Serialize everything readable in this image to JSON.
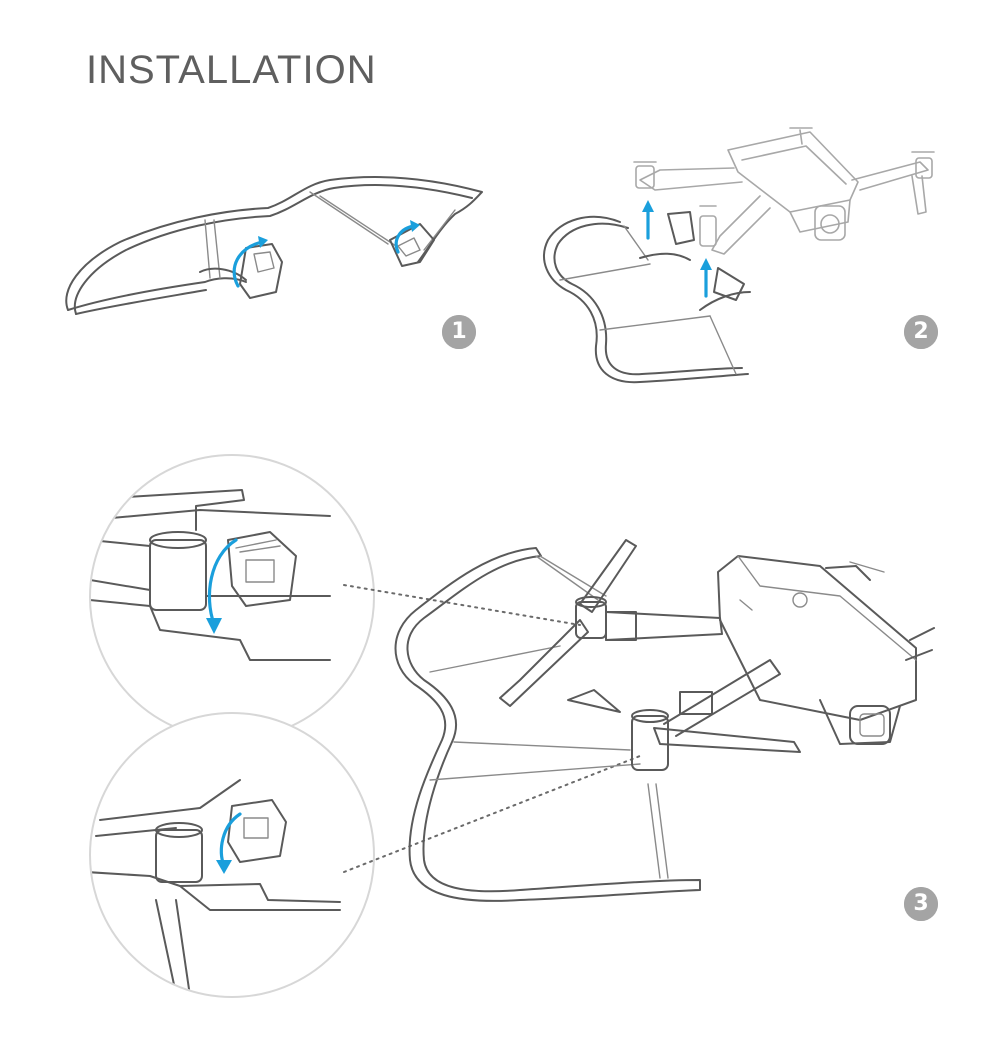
{
  "title": "INSTALLATION",
  "steps": [
    {
      "label": "1"
    },
    {
      "label": "2"
    },
    {
      "label": "3"
    }
  ],
  "colors": {
    "accent": "#1a9fdc",
    "badge": "#a4a4a4",
    "title": "#5f5f5f",
    "line": "#5a5a5a"
  },
  "icons": {
    "arrow": "curved-arrow-icon",
    "step": "step-number-badge"
  }
}
